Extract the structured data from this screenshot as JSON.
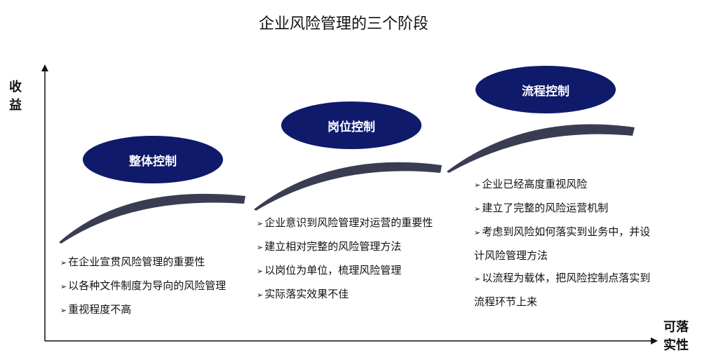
{
  "title": "企业风险管理的三个阶段",
  "axes": {
    "y_label": "收益",
    "x_label": "可落实性"
  },
  "stages": [
    {
      "name": "整体控制",
      "bullets": [
        "在企业宣贯风险管理的重要性",
        "以各种文件制度为导向的风险管理",
        "重视程度不高"
      ]
    },
    {
      "name": "岗位控制",
      "bullets": [
        "企业意识到风险管理对运营的重要性",
        "建立相对完整的风险管理方法",
        "以岗位为单位，梳理风险管理",
        "实际落实效果不佳"
      ]
    },
    {
      "name": "流程控制",
      "bullets": [
        "企业已经高度重视风险",
        "建立了完整的风险运营机制",
        "考虑到风险如何落实到业务中，并设计风险管理方法",
        "以流程为载体，把风险控制点落实到流程环节上来"
      ]
    }
  ],
  "colors": {
    "ellipse_fill": "#0f1a6b",
    "arc_fill": "#3a3d52",
    "axis": "#111111"
  },
  "bullet_marker": "➢"
}
